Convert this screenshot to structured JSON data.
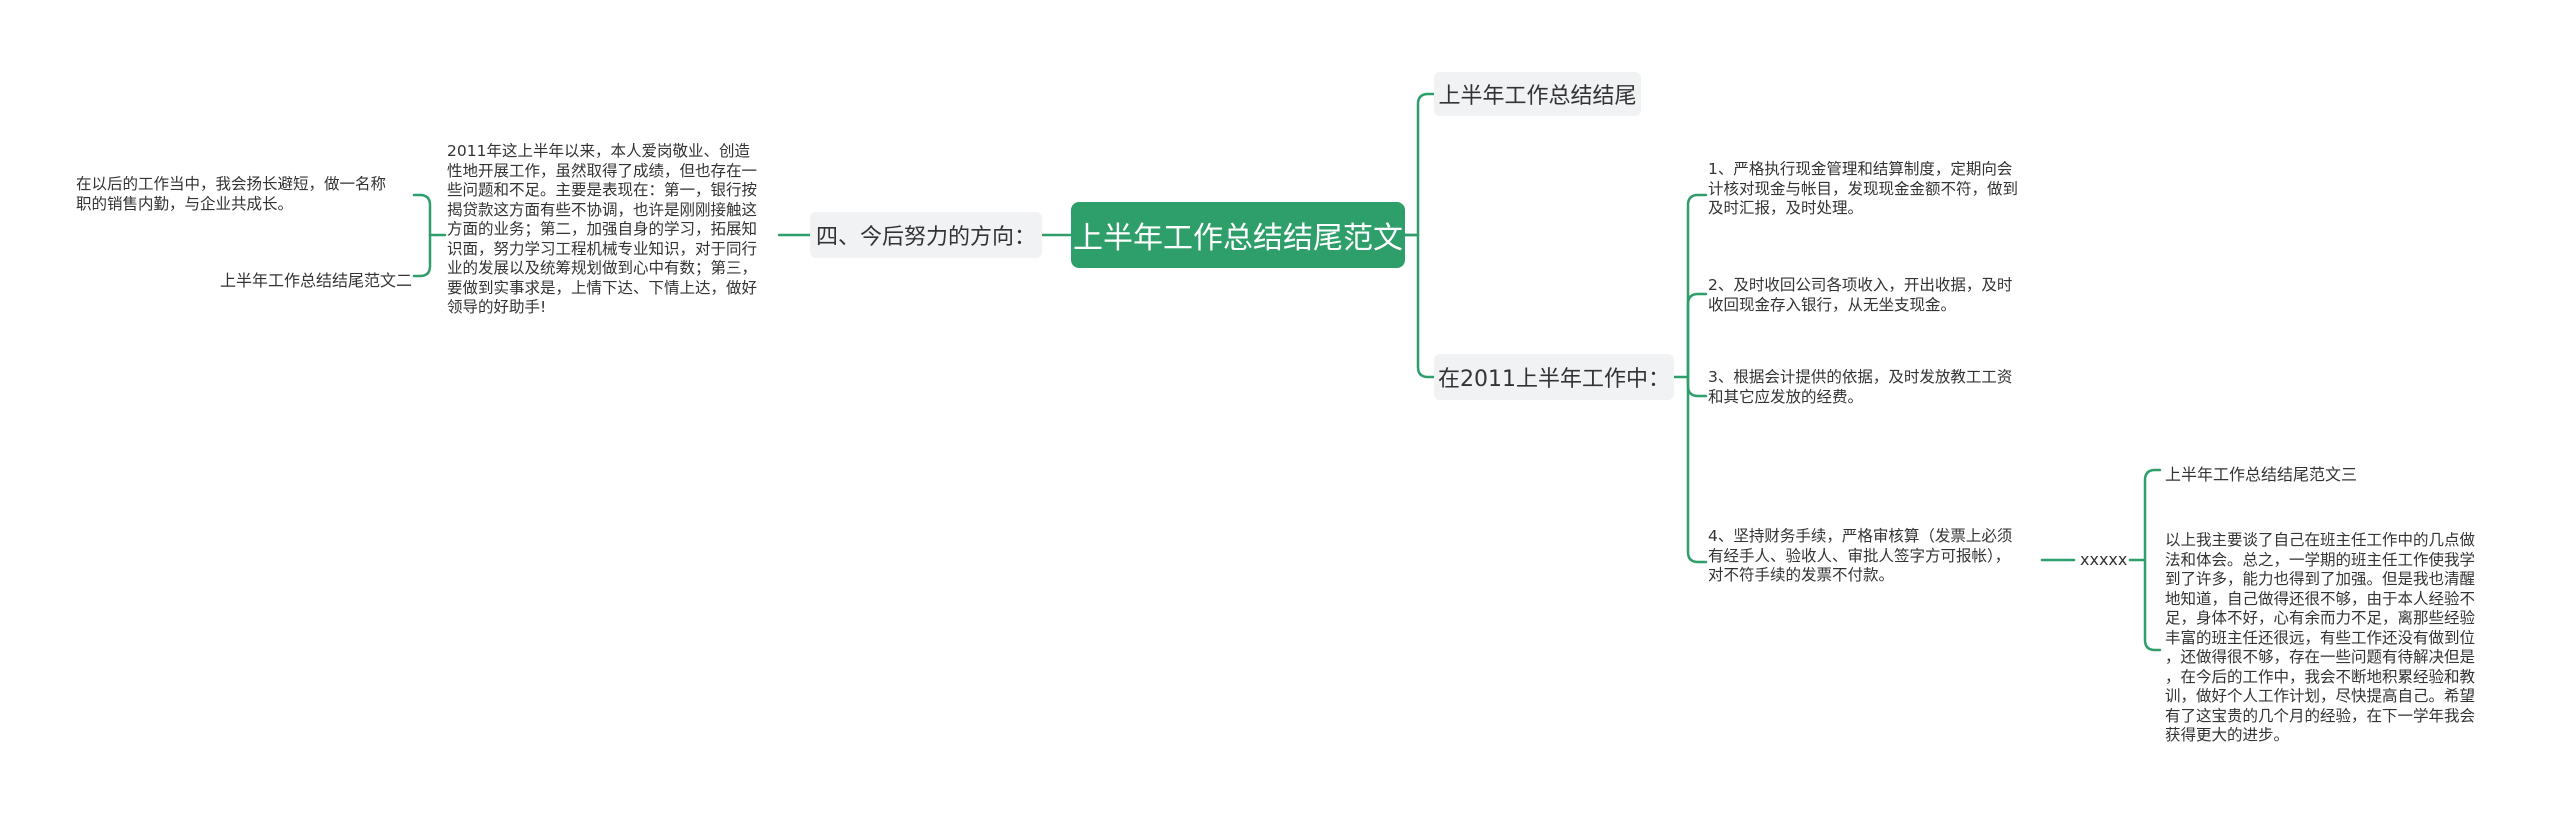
{
  "root": {
    "title": "上半年工作总结结尾范文"
  },
  "right": {
    "branch1": {
      "label": "上半年工作总结结尾"
    },
    "branch2": {
      "label": "在2011上半年工作中：",
      "items": [
        "1、严格执行现金管理和结算制度，定期向会\n计核对现金与帐目，发现现金金额不符，做到\n及时汇报，及时处理。",
        "2、及时收回公司各项收入，开出收据，及时\n收回现金存入银行，从无坐支现金。",
        "3、根据会计提供的依据，及时发放教工工资\n和其它应发放的经费。",
        "4、坚持财务手续，严格审核算（发票上必须\n有经手人、验收人、审批人签字方可报帐），\n对不符手续的发票不付款。"
      ],
      "sub": {
        "label": "xxxxx",
        "children": [
          "上半年工作总结结尾范文三",
          "以上我主要谈了自己在班主任工作中的几点做\n法和体会。总之，一学期的班主任工作使我学\n到了许多，能力也得到了加强。但是我也清醒\n地知道，自己做得还很不够，由于本人经验不\n足，身体不好，心有余而力不足，离那些经验\n丰富的班主任还很远，有些工作还没有做到位\n，还做得很不够，存在一些问题有待解决但是\n，在今后的工作中，我会不断地积累经验和教\n训，做好个人工作计划，尽快提高自己。希望\n有了这宝贵的几个月的经验，在下一学年我会\n获得更大的进步。"
        ]
      }
    }
  },
  "left": {
    "branch": {
      "label": "四、今后努力的方向：",
      "text": "2011年这上半年以来，本人爱岗敬业、创造\n性地开展工作，虽然取得了成绩，但也存在一\n些问题和不足。主要是表现在：第一，银行按\n揭贷款这方面有些不协调，也许是刚刚接触这\n方面的业务；第二，加强自身的学习，拓展知\n识面，努力学习工程机械专业知识，对于同行\n业的发展以及统筹规划做到心中有数；第三，\n要做到实事求是，上情下达、下情上达，做好\n领导的好助手!",
      "children": [
        "在以后的工作当中，我会扬长避短，做一名称\n职的销售内勤，与企业共成长。",
        "上半年工作总结结尾范文二"
      ]
    }
  },
  "colors": {
    "accent": "#2e9e6a",
    "node_bg": "#f0f2f4"
  }
}
